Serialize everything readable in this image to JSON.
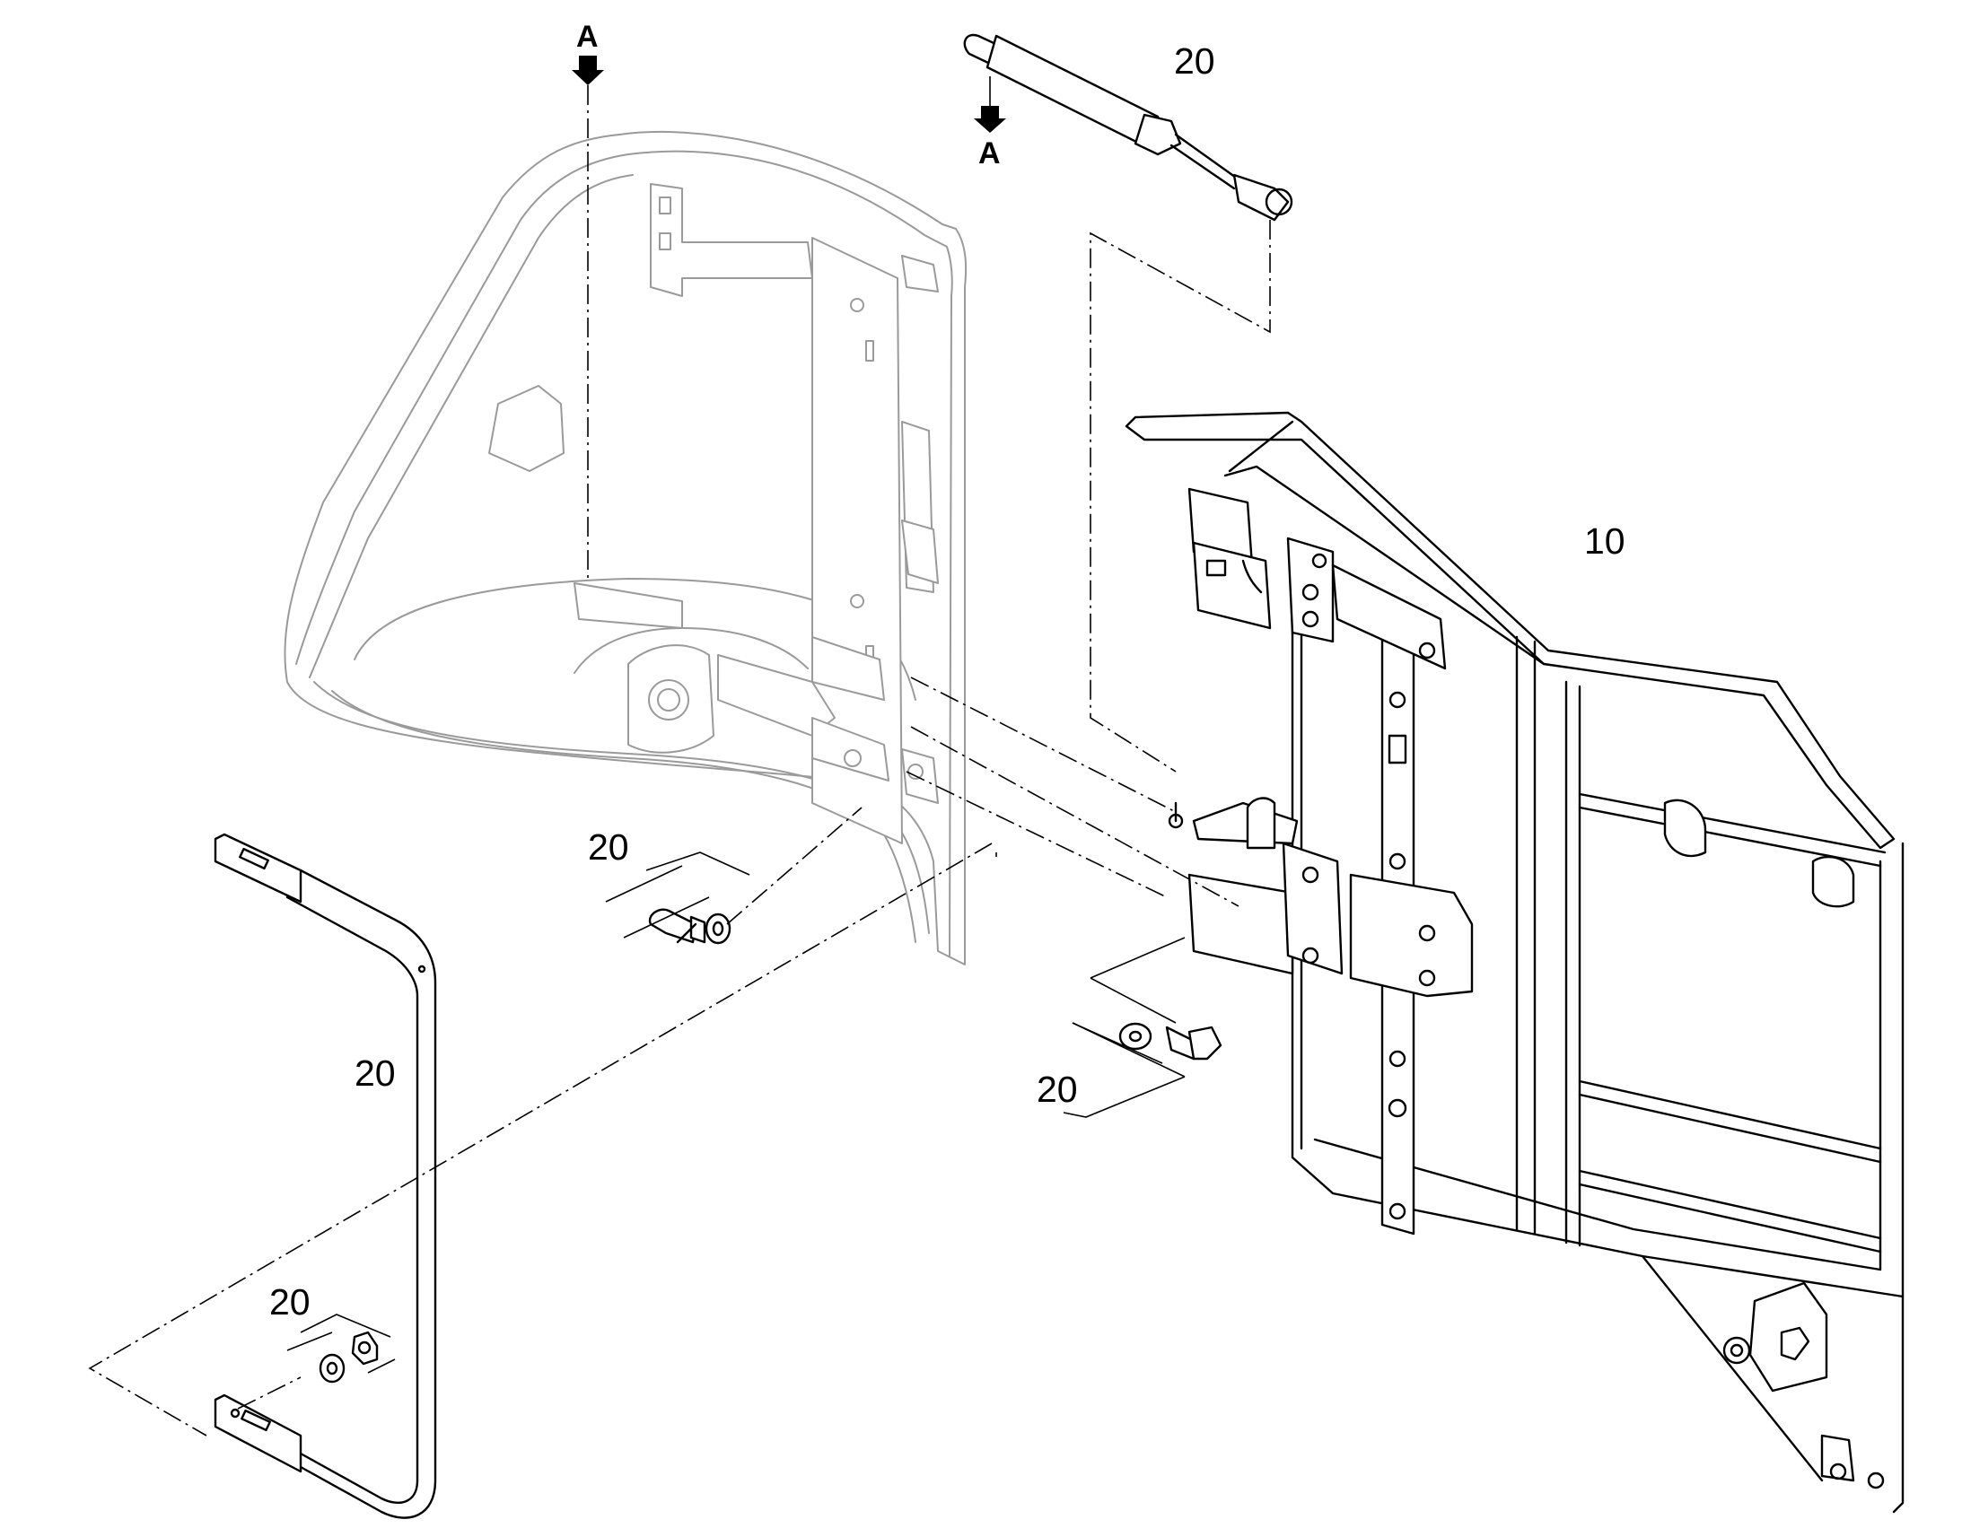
{
  "callouts": {
    "gas_strut": "20",
    "door_panel": "10",
    "bolt_set_upper": "20",
    "bolt_set_lower": "20",
    "handle_bar": "20",
    "nut_set": "20"
  },
  "view_marker": {
    "letter_top": "A",
    "letter_right": "A"
  }
}
